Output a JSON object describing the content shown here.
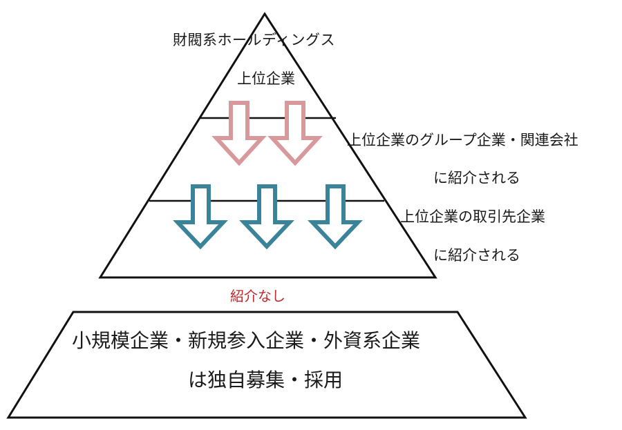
{
  "pyramid": {
    "top_label_1": "財閥系ホールディングス",
    "top_label_2": "上位企業",
    "tier2_note_1": "上位企業のグループ企業・関連会社",
    "tier2_note_2": "に紹介される",
    "tier3_note_1": "上位企業の取引先企業",
    "tier3_note_2": "に紹介される"
  },
  "gap_label": "紹介なし",
  "base": {
    "line_1": "小規模企業・新規参入企業・外資系企業",
    "line_2": "は独自募集・採用"
  },
  "colors": {
    "pink_arrow": "#d7999b",
    "teal_arrow": "#3b8398",
    "no_intro_text": "#c0282a",
    "outline": "#111111"
  }
}
